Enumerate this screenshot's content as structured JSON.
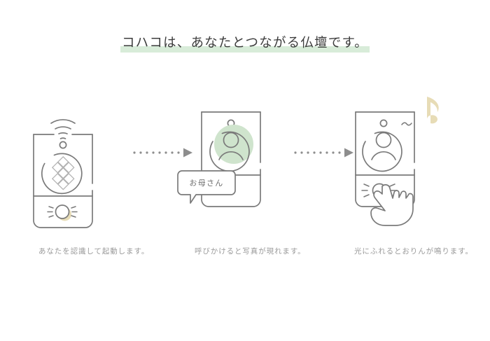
{
  "page": {
    "background_color": "#ffffff",
    "line_color": "#7a7a7a",
    "accent_green": "#cfe4cd",
    "highlight_green": "#d8ecd9",
    "accent_beige": "#e7dcb6",
    "text_color": "#3c3c3c",
    "caption_color": "#9a9a9a"
  },
  "headline": {
    "text": "コハコは、あなたとつながる仏壇です。",
    "highlight_color": "#d8ecd9"
  },
  "steps": [
    {
      "id": "step-1",
      "icon": "device-wifi-lattice-light",
      "caption": "あなたを認識して起動します。",
      "elements": {
        "wifi": "wifi-signal-icon",
        "camera": "camera-dot-icon",
        "pattern": "diamond-lattice-icon",
        "light": "glowing-light-icon"
      }
    },
    {
      "id": "step-2",
      "icon": "device-photo-speech",
      "caption": "呼びかけると写真が現れます。",
      "speech_bubble": "お母さん",
      "elements": {
        "camera": "camera-dot-icon",
        "avatar": "person-avatar-icon"
      }
    },
    {
      "id": "step-3",
      "icon": "device-music-touch",
      "caption": "光にふれるとおりんが鳴ります。",
      "elements": {
        "camera": "camera-dot-icon",
        "avatar": "person-avatar-icon",
        "note": "music-note-icon",
        "hand": "pointing-hand-icon",
        "light": "glowing-light-icon"
      }
    }
  ],
  "arrows": [
    {
      "id": "arrow-1",
      "icon": "dotted-arrow-right-icon"
    },
    {
      "id": "arrow-2",
      "icon": "dotted-arrow-right-icon"
    }
  ]
}
